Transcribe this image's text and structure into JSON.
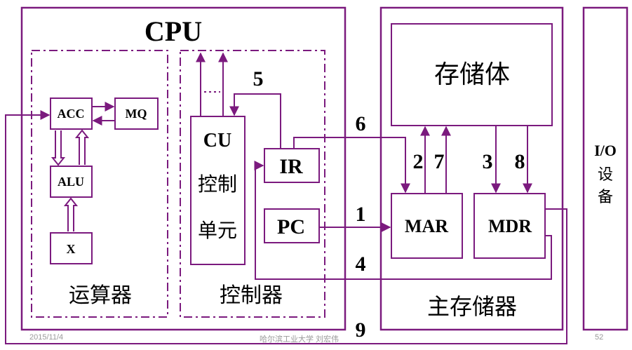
{
  "colors": {
    "stroke": "#7b1a7e",
    "text": "#000000",
    "footer": "#9a9a9a"
  },
  "cpu": {
    "title": "CPU",
    "arithmetic_unit": {
      "label": "运算器",
      "acc": "ACC",
      "mq": "MQ",
      "alu": "ALU",
      "x": "X"
    },
    "control_unit": {
      "label": "控制器",
      "cu_line1": "CU",
      "cu_line2": "控制",
      "cu_line3": "单元",
      "ir": "IR",
      "pc": "PC"
    }
  },
  "memory": {
    "label": "主存储器",
    "storage": "存储体",
    "mar": "MAR",
    "mdr": "MDR"
  },
  "io": {
    "line1": "I/O",
    "line2": "设",
    "line3": "备"
  },
  "steps": [
    "1",
    "2",
    "3",
    "4",
    "5",
    "6",
    "7",
    "8",
    "9"
  ],
  "footer": {
    "date": "2015/11/4",
    "author": "哈尔滨工业大学 刘宏伟",
    "page": "52"
  }
}
